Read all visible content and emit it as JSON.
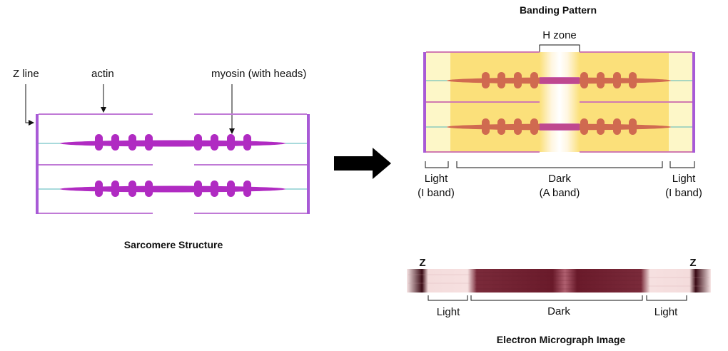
{
  "left_panel": {
    "labels": {
      "z_line": "Z line",
      "actin": "actin",
      "myosin": "myosin (with heads)"
    },
    "title": "Sarcomere Structure"
  },
  "right_panel": {
    "title": "Banding Pattern",
    "h_zone": "H zone",
    "light_left": [
      "Light",
      "(I band)"
    ],
    "dark": [
      "Dark",
      "(A band)"
    ],
    "light_right": [
      "Light",
      "(I band)"
    ]
  },
  "micrograph": {
    "z_left": "Z",
    "z_right": "Z",
    "light_left": "Light",
    "dark": "Dark",
    "light_right": "Light",
    "title": "Electron Micrograph Image"
  },
  "colors": {
    "z_disc": "#a85ad6",
    "actin_line": "#c07ad6",
    "myosin": "#b02bc2",
    "myosin_tinted": "#d06a50",
    "band_light": "#fdf7c8",
    "band_dark": "#fbe07a",
    "arrow": "#000000"
  }
}
